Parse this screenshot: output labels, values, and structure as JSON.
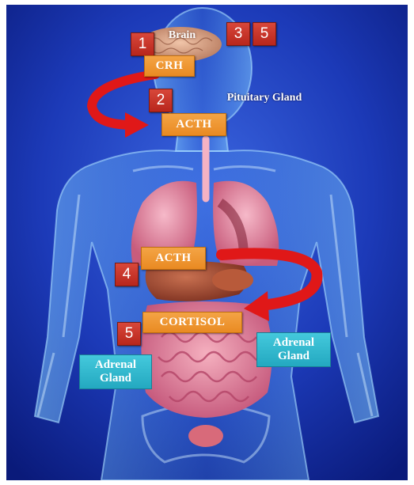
{
  "labels": {
    "brain": "Brain",
    "pituitary": "Pituitary Gland",
    "crh": "CRH",
    "acth_top": "ACTH",
    "acth_mid": "ACTH",
    "cortisol": "CORTISOL",
    "adrenal_left_line1": "Adrenal",
    "adrenal_left_line2": "Gland",
    "adrenal_right_line1": "Adrenal",
    "adrenal_right_line2": "Gland"
  },
  "step_numbers": {
    "brain_left": "1",
    "brain_right_a": "3",
    "brain_right_b": "5",
    "pituitary": "2",
    "adrenal_acth": "4",
    "cortisol": "5"
  },
  "colors": {
    "background_deep": "#0a1a8a",
    "background_light": "#2f55d4",
    "step_badge": "#c2301f",
    "hormone_box": "#ef9430",
    "adrenal_box": "#2fb9d0",
    "arrow": "#e01818"
  },
  "icons": {
    "brain": "brain-illustration",
    "arrows": "curved-arrow"
  }
}
